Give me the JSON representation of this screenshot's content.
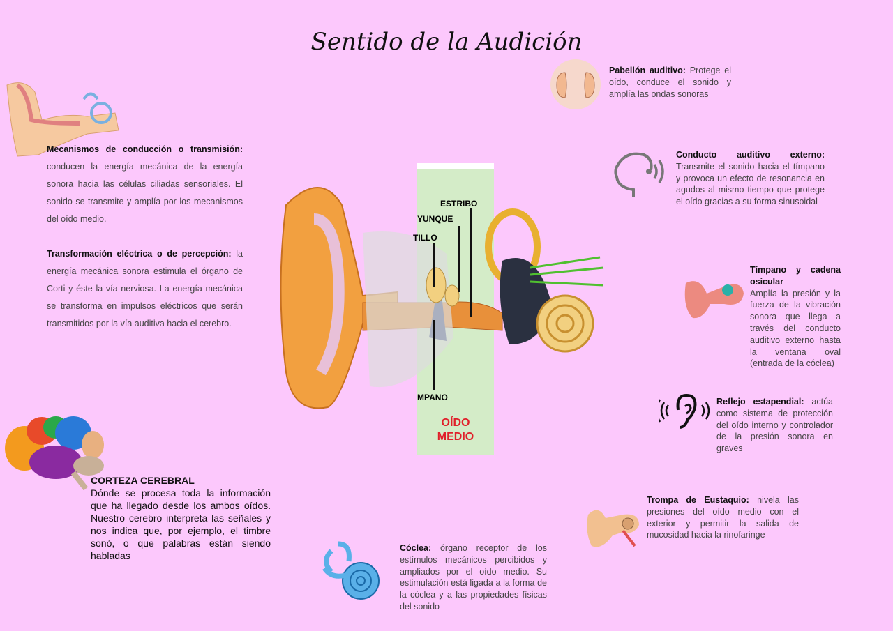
{
  "title": "Sentido de la Audición",
  "left": {
    "mecanismos": {
      "heading": "Mecanismos de conducción o transmisión:",
      "body": "conducen la energía mecánica de la energía sonora hacia las células ciliadas sensoriales. El sonido se transmite y amplía por los mecanismos del oído medio."
    },
    "transformacion": {
      "heading": "Transformación eléctrica o de percepción:",
      "body": "la energía mecánica sonora estimula el órgano de Corti y éste la vía nerviosa. La energía mecánica se transforma en impulsos eléctricos que serán transmitidos por la vía auditiva hacia el cerebro."
    },
    "corteza": {
      "heading": "CORTEZA CEREBRAL",
      "body": "Dónde se procesa toda la información que ha llegado desde los ambos oídos. Nuestro cerebro interpreta las señales y nos indica que, por ejemplo, el timbre sonó, o que palabras están siendo habladas"
    }
  },
  "diagram": {
    "labels": {
      "estribo": "ESTRIBO",
      "yunque": "YUNQUE",
      "martillo": "TILLO",
      "timpano": "MPANO",
      "oido_medio_1": "OÍDO",
      "oido_medio_2": "MEDIO"
    }
  },
  "right": {
    "pabellon": {
      "heading": "Pabellón auditivo:",
      "body": "Protege el oído, conduce el sonido y amplía las ondas sonoras"
    },
    "conducto": {
      "heading": "Conducto auditivo externo:",
      "body": "Transmite el sonido hacia el tímpano y provoca un efecto de resonancia en agudos al mismo tiempo que protege el oído gracias a su forma sinusoidal"
    },
    "timpano": {
      "heading": "Tímpano y cadena osicular",
      "body": "Amplía la presión y la fuerza de la vibración sonora que llega a través del conducto auditivo externo hasta la ventana oval (entrada de la cóclea)"
    },
    "reflejo": {
      "heading": "Reflejo estapendial:",
      "body": "actúa como sistema de protección del oído interno y controlador de la presión sonora en graves"
    },
    "eustaquio": {
      "heading": "Trompa de Eustaquio:",
      "body": "nivela las presiones del oído medio con el exterior y permitir la salida de mucosidad hacia la rinofaringe"
    },
    "coclea": {
      "heading": "Cóclea:",
      "body": "órgano receptor de los estímulos mecánicos percibidos y ampliados por el oído medio. Su estimulación está ligada a la forma de la cóclea y a las propiedades físicas del sonido"
    }
  },
  "colors": {
    "background": "#fcc8fc",
    "strip": "#d4ecc8",
    "label_red": "#e0202a"
  }
}
